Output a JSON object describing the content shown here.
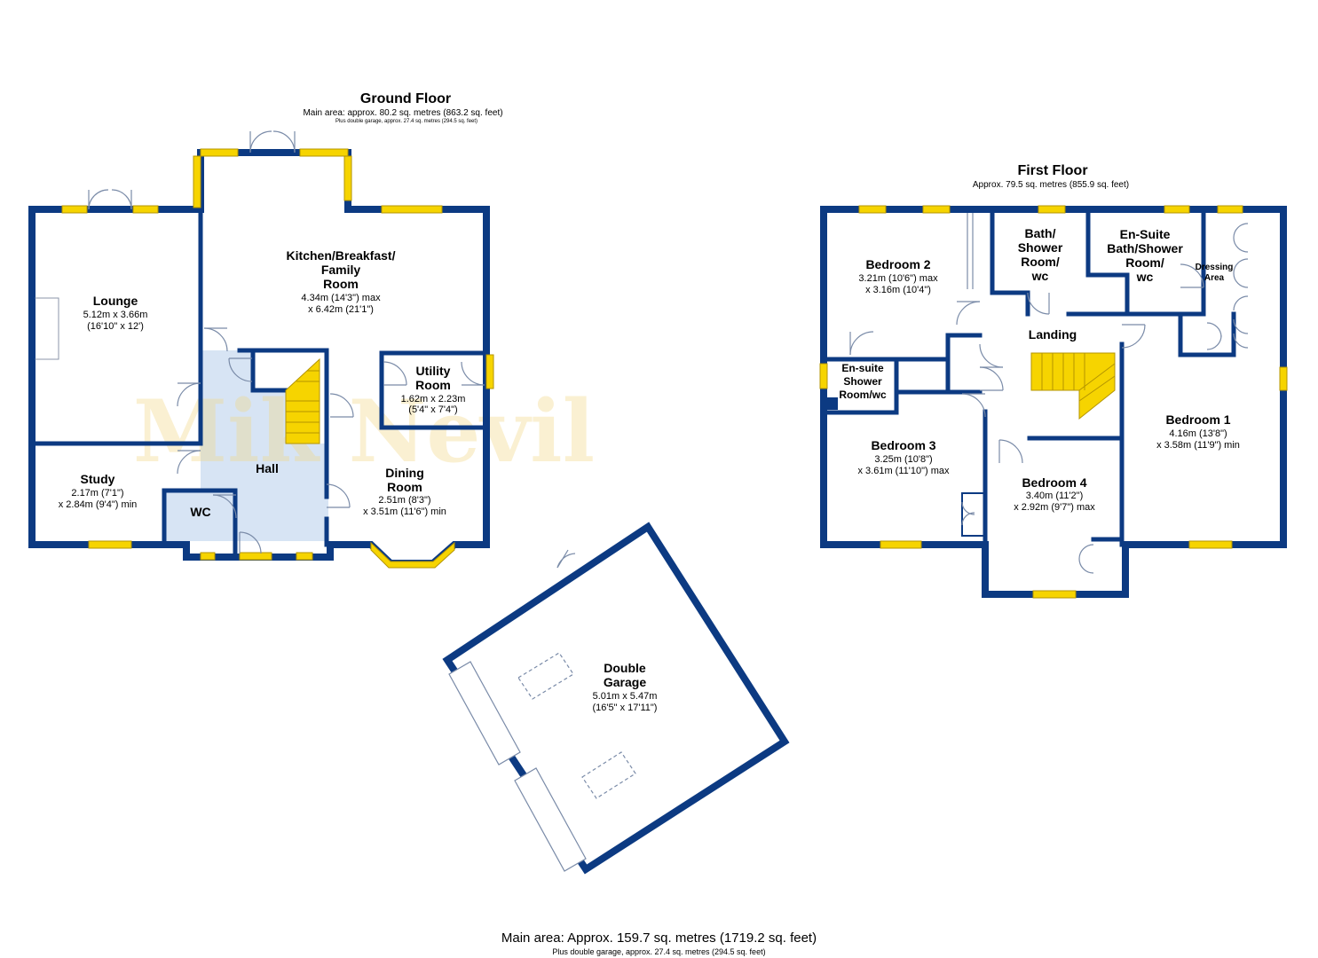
{
  "watermark": "Mik Nevil",
  "ground_floor": {
    "title": "Ground Floor",
    "area": "Main area: approx. 80.2 sq. metres (863.2 sq. feet)",
    "area_sub": "Plus double garage, approx. 27.4 sq. metres (294.5 sq. feet)",
    "rooms": {
      "lounge": {
        "name": "Lounge",
        "dim1": "5.12m x 3.66m",
        "dim2": "(16'10\" x 12')"
      },
      "kitchen": {
        "name1": "Kitchen/Breakfast/",
        "name2": "Family",
        "name3": "Room",
        "dim1": "4.34m (14'3\") max",
        "dim2": "x 6.42m (21'1\")"
      },
      "utility": {
        "name1": "Utility",
        "name2": "Room",
        "dim1": "1.62m x 2.23m",
        "dim2": "(5'4\" x 7'4\")"
      },
      "study": {
        "name": "Study",
        "dim1": "2.17m (7'1\")",
        "dim2": "x 2.84m (9'4\") min"
      },
      "hall": {
        "name": "Hall"
      },
      "wc": {
        "name": "WC"
      },
      "dining": {
        "name1": "Dining",
        "name2": "Room",
        "dim1": "2.51m (8'3\")",
        "dim2": "x 3.51m (11'6\") min"
      },
      "garage": {
        "name1": "Double",
        "name2": "Garage",
        "dim1": "5.01m x 5.47m",
        "dim2": "(16'5\" x 17'11\")"
      }
    }
  },
  "first_floor": {
    "title": "First Floor",
    "area": "Approx. 79.5 sq. metres (855.9 sq. feet)",
    "rooms": {
      "bedroom2": {
        "name": "Bedroom 2",
        "dim1": "3.21m (10'6\") max",
        "dim2": "x 3.16m (10'4\")"
      },
      "bath": {
        "name1": "Bath/",
        "name2": "Shower",
        "name3": "Room/",
        "name4": "wc"
      },
      "ensuite_bath": {
        "name1": "En-Suite",
        "name2": "Bath/Shower",
        "name3": "Room/",
        "name4": "wc"
      },
      "dressing": {
        "name1": "Dressing",
        "name2": "Area"
      },
      "landing": {
        "name": "Landing"
      },
      "ensuite_shower": {
        "name1": "En-suite",
        "name2": "Shower",
        "name3": "Room/wc"
      },
      "bedroom1": {
        "name": "Bedroom 1",
        "dim1": "4.16m (13'8\")",
        "dim2": "x 3.58m (11'9\") min"
      },
      "bedroom3": {
        "name": "Bedroom 3",
        "dim1": "3.25m (10'8\")",
        "dim2": "x 3.61m (11'10\") max"
      },
      "bedroom4": {
        "name": "Bedroom 4",
        "dim1": "3.40m (11'2\")",
        "dim2": "x 2.92m (9'7\") max"
      }
    }
  },
  "footer": {
    "main": "Main area: Approx. 159.7 sq. metres (1719.2 sq. feet)",
    "sub": "Plus double garage, approx. 27.4 sq. metres (294.5 sq. feet)"
  },
  "colors": {
    "wall": "#0c3a82",
    "window": "#f6d400",
    "hall_fill": "#d7e4f4"
  }
}
